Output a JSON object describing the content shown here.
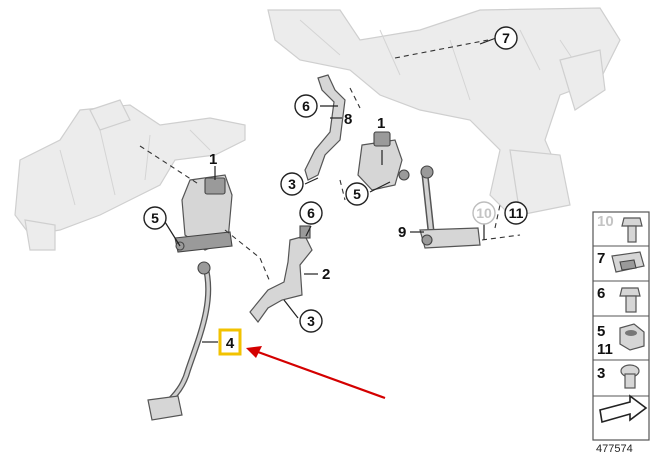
{
  "callouts": {
    "c_6_upper": "6",
    "c_8": "8",
    "c_7": "7",
    "c_1_right": "1",
    "c_3_right": "3",
    "c_5_right": "5",
    "c_1_left": "1",
    "c_5_left": "5",
    "c_6_mid": "6",
    "c_2": "2",
    "c_3_left": "3",
    "c_4": "4",
    "c_9": "9",
    "c_10": "10",
    "c_11": "11"
  },
  "legend": {
    "items": [
      {
        "label": "10",
        "faded": true
      },
      {
        "label": "7",
        "faded": false
      },
      {
        "label": "6",
        "faded": false
      },
      {
        "label": "5",
        "label2": "11",
        "faded": false
      },
      {
        "label": "3",
        "faded": false
      }
    ],
    "diagram_id": "477574"
  },
  "colors": {
    "highlight": "#f2c200",
    "arrow": "#d40000"
  }
}
